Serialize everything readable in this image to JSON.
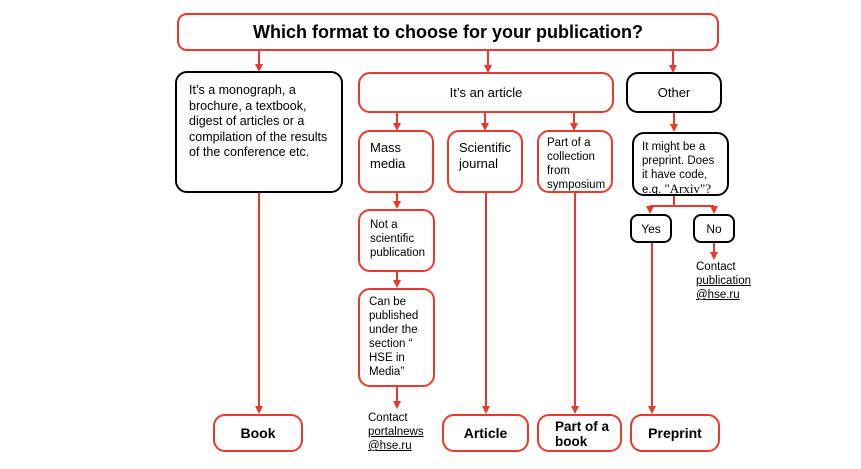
{
  "title": "Which format to choose for your publication?",
  "categories": {
    "monograph": "It’s a monograph, a brochure,  a textbook, digest of articles or a compilation of the results of the conference etc.",
    "article": "It’s an article",
    "other": "Other"
  },
  "article_types": {
    "mass_media": "Mass media",
    "scientific_journal": "Scientific journal",
    "collection": "Part of a collection from symposium"
  },
  "mass_media_steps": {
    "not_scientific": "Not a scientific publication",
    "can_be_published": "Can be published under the section “ HSE in Media”"
  },
  "other_question": {
    "text": "It might be a preprint. Does it have code, e.g. ",
    "code": "\"Arxiv\"?",
    "yes": "Yes",
    "no": "No"
  },
  "contacts": {
    "portalnews": {
      "label": "Contact",
      "line1": "portalnews",
      "line2": "@hse.ru"
    },
    "publication": {
      "label": "Contact",
      "line1": "publication",
      "line2": "@hse.ru"
    }
  },
  "outcomes": {
    "book": "Book",
    "article": "Article",
    "part_of_book": "Part of a book",
    "preprint": "Preprint"
  },
  "colors": {
    "accent": "#e8392f",
    "border_dark": "#000000"
  }
}
